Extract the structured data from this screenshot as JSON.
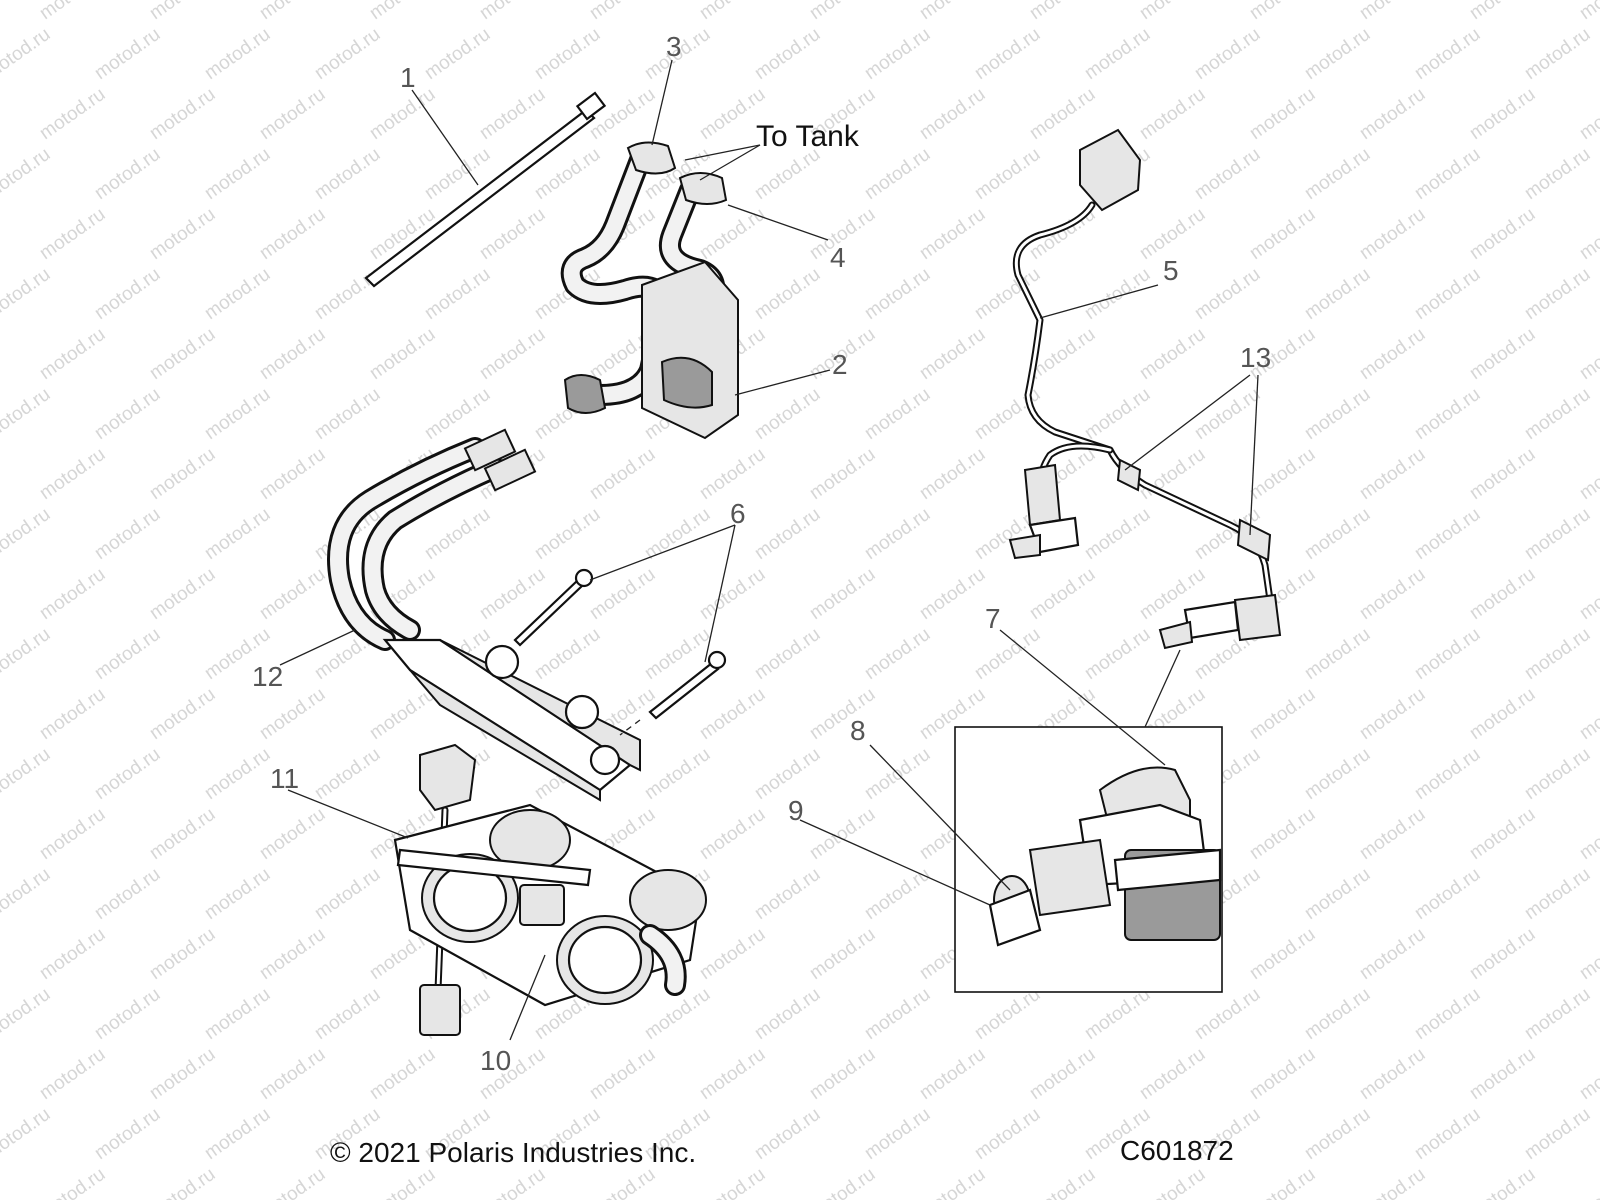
{
  "diagram": {
    "callouts": [
      {
        "id": "1",
        "label": "1"
      },
      {
        "id": "2",
        "label": "2"
      },
      {
        "id": "3",
        "label": "3"
      },
      {
        "id": "4",
        "label": "4"
      },
      {
        "id": "5",
        "label": "5"
      },
      {
        "id": "6",
        "label": "6"
      },
      {
        "id": "7",
        "label": "7"
      },
      {
        "id": "8",
        "label": "8"
      },
      {
        "id": "9",
        "label": "9"
      },
      {
        "id": "10",
        "label": "10"
      },
      {
        "id": "11",
        "label": "11"
      },
      {
        "id": "12",
        "label": "12"
      },
      {
        "id": "13",
        "label": "13"
      }
    ],
    "annotation": "To Tank",
    "watermark_text": "motod.ru"
  },
  "footer": {
    "copyright": "© 2021 Polaris Industries Inc.",
    "figure_code": "C601872"
  }
}
